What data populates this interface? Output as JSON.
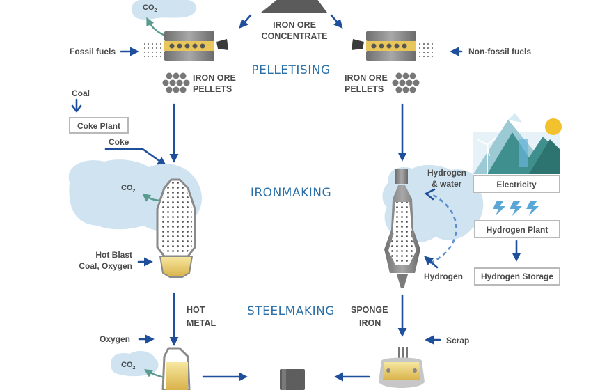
{
  "stages": {
    "pelletising": "PELLETISING",
    "ironmaking": "IRONMAKING",
    "steelmaking": "STEELMAKING"
  },
  "top": {
    "ore_line1": "IRON ORE",
    "ore_line2": "CONCENTRATE"
  },
  "left_route": {
    "co2_sub": "2",
    "co2_main": "CO",
    "fossil_fuels": "Fossil fuels",
    "pellets_line1": "IRON ORE",
    "pellets_line2": "PELLETS",
    "coal": "Coal",
    "coke_plant": "Coke Plant",
    "coke": "Coke",
    "hot_blast_line1": "Hot Blast",
    "hot_blast_line2": "Coal, Oxygen",
    "hot_metal_line1": "HOT",
    "hot_metal_line2": "METAL",
    "oxygen": "Oxygen"
  },
  "right_route": {
    "non_fossil_fuels": "Non-fossil fuels",
    "pellets_line1": "IRON ORE",
    "pellets_line2": "PELLETS",
    "hydrogen_water_line1": "Hydrogen",
    "hydrogen_water_line2": "& water",
    "electricity": "Electricity",
    "hydrogen_plant": "Hydrogen Plant",
    "hydrogen": "Hydrogen",
    "hydrogen_storage": "Hydrogen Storage",
    "sponge_iron_line1": "SPONGE",
    "sponge_iron_line2": "IRON",
    "scrap": "Scrap"
  },
  "colors": {
    "arrow_blue": "#1f4e9a",
    "stage_blue": "#2a6fa8",
    "cloud_blue": "#cfe3f1",
    "co2_arrow_teal": "#5a9b8f",
    "pellet_yellow": "#e8c65a",
    "sun_yellow": "#f2c12e"
  }
}
